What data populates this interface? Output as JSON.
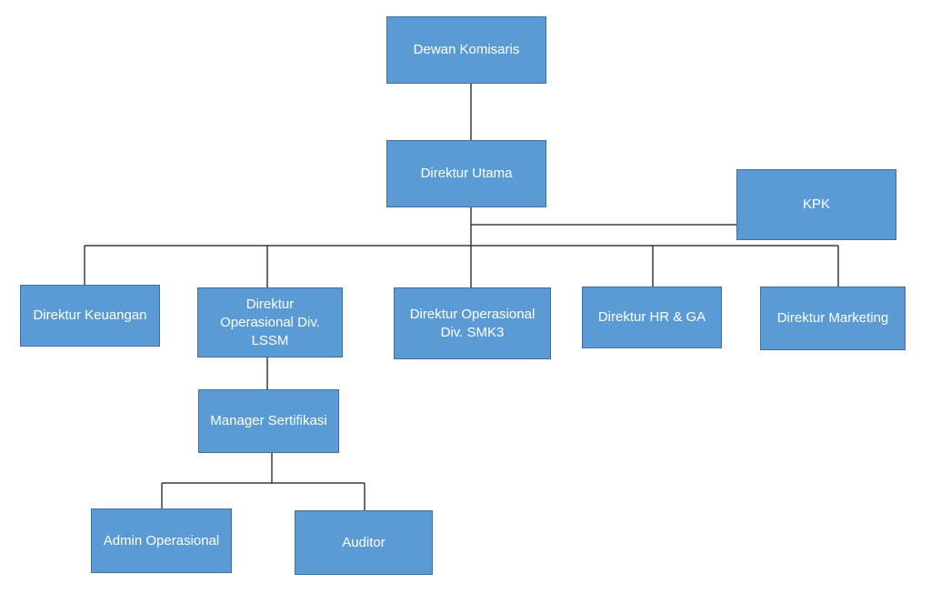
{
  "org_chart": {
    "dewan_komisaris": "Dewan Komisaris",
    "direktur_utama": "Direktur Utama",
    "kpk": "KPK",
    "direktur_keuangan": "Direktur Keuangan",
    "direktur_operasional_lssm": "Direktur Operasional Div. LSSM",
    "direktur_operasional_smk3": "Direktur Operasional Div. SMK3",
    "direktur_hr_ga": "Direktur HR & GA",
    "direktur_marketing": "Direktur Marketing",
    "manager_sertifikasi": "Manager Sertifikasi",
    "admin_operasional": "Admin Operasional",
    "auditor": "Auditor"
  },
  "colors": {
    "box_fill": "#5b9bd5",
    "box_border": "#41719c",
    "box_text": "#ffffff",
    "connector": "#3a3a3a"
  }
}
